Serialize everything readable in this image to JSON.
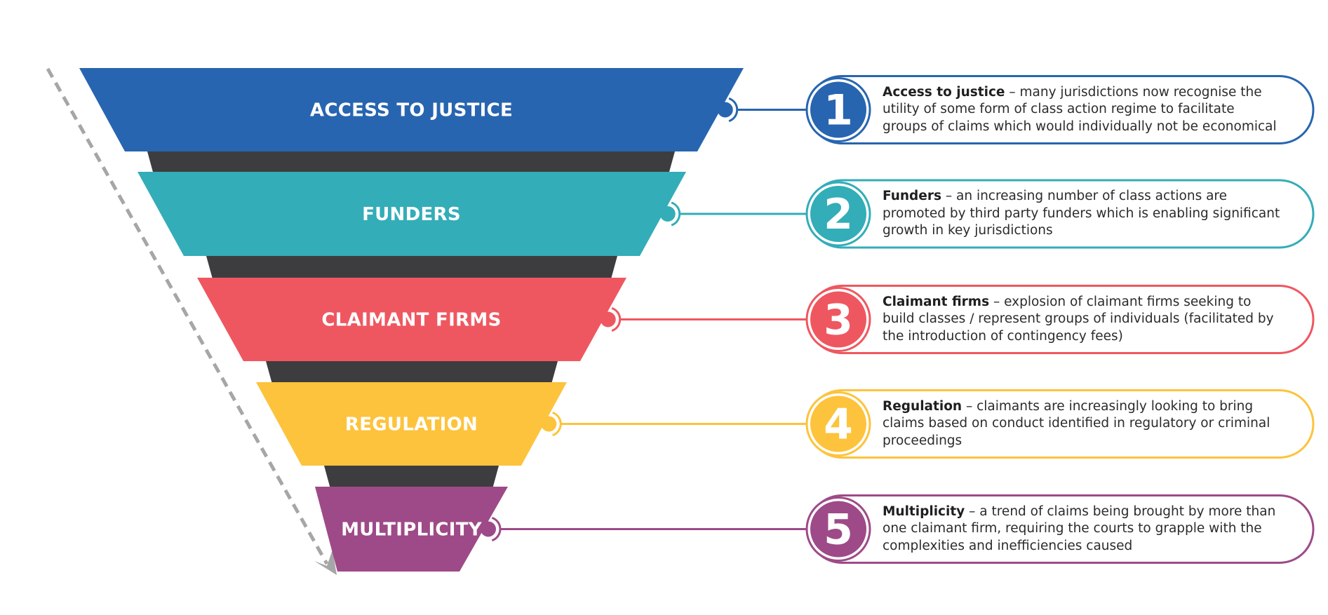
{
  "colors": {
    "connector": "#3d3d40",
    "arrow": "#a6a6a6"
  },
  "stages": [
    {
      "number": "1",
      "title": "ACCESS TO JUSTICE",
      "heading": "Access to justice",
      "separator": " – ",
      "description": "many jurisdictions now recognise the utility of some form of class action regime to facilitate groups of claims which would individually not be economical",
      "color": "#2865b0"
    },
    {
      "number": "2",
      "title": "FUNDERS",
      "heading": "Funders",
      "separator": " – ",
      "description": "an increasing number of class actions are promoted by third party funders which is enabling significant growth in key jurisdictions",
      "color": "#33adb8"
    },
    {
      "number": "3",
      "title": "CLAIMANT FIRMS",
      "heading": "Claimant firms",
      "separator": " – ",
      "description": "explosion of claimant firms seeking to build classes / represent groups of individuals (facilitated by the introduction of contingency fees)",
      "color": "#ef5760"
    },
    {
      "number": "4",
      "title": "REGULATION",
      "heading": "Regulation",
      "separator": " – ",
      "description": "claimants are increasingly looking to bring claims based on conduct identified in regulatory or criminal proceedings",
      "color": "#fdc33c"
    },
    {
      "number": "5",
      "title": "MULTIPLICITY",
      "heading": "Multiplicity",
      "separator": " – ",
      "description": "a trend of claims being brought by more than one claimant firm, requiring the courts to grapple with the complexities and inefficiencies caused",
      "color": "#9e4a88"
    }
  ]
}
